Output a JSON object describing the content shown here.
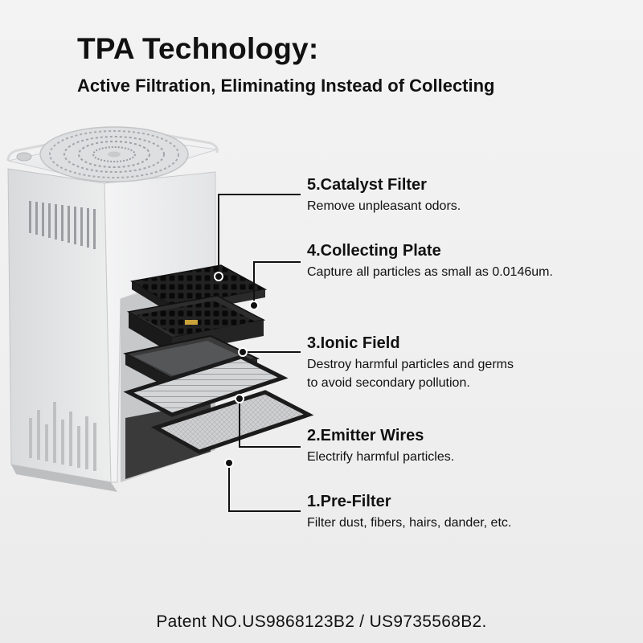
{
  "header": {
    "title": "TPA Technology:",
    "subtitle": "Active Filtration, Eliminating Instead of Collecting"
  },
  "layers": [
    {
      "name": "5.Catalyst Filter",
      "desc": [
        "Remove unpleasant odors."
      ]
    },
    {
      "name": "4.Collecting Plate",
      "desc": [
        "Capture all particles as small as 0.0146um."
      ]
    },
    {
      "name": "3.Ionic Field",
      "desc": [
        "Destroy harmful particles and germs",
        "to avoid secondary pollution."
      ]
    },
    {
      "name": "2.Emitter Wires",
      "desc": [
        "Electrify harmful particles."
      ]
    },
    {
      "name": "1.Pre-Filter",
      "desc": [
        "Filter dust, fibers, hairs, dander, etc."
      ]
    }
  ],
  "footer": {
    "patent": "Patent NO.US9868123B2 / US9735568B2."
  },
  "colors": {
    "text": "#111111",
    "device_body": "#e9eaec",
    "filter_dark": "#2b2b2b"
  }
}
